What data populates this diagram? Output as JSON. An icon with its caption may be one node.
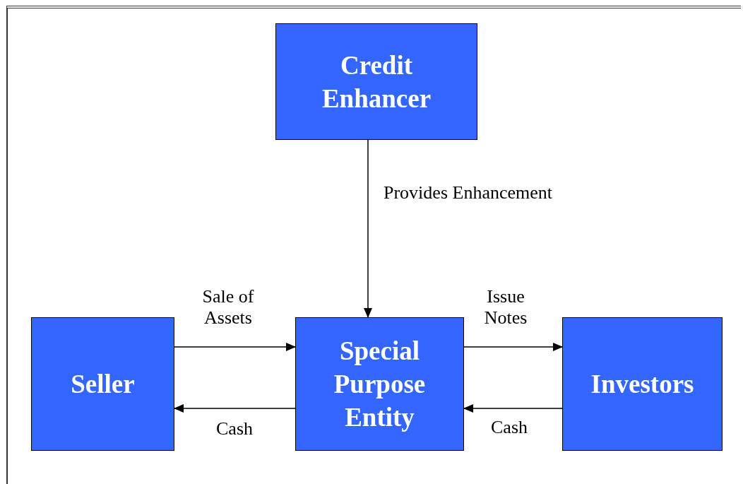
{
  "diagram": {
    "nodes": [
      {
        "text": [
          "Credit Enhancer"
        ]
      },
      {
        "text": [
          "Seller"
        ]
      },
      {
        "text": [
          "Special Purpose Entity"
        ]
      },
      {
        "text": [
          "Investors"
        ]
      }
    ],
    "edges": [
      {
        "from": 0,
        "to": 2,
        "arrow": "to",
        "label": "Provides Enhancement"
      },
      {
        "from": 1,
        "to": 2,
        "arrow": "to",
        "label": "Sale of Assets"
      },
      {
        "from": 2,
        "to": 1,
        "arrow": "to",
        "label": "Cash"
      },
      {
        "from": 2,
        "to": 3,
        "arrow": "to",
        "label": "Issue Notes"
      },
      {
        "from": 3,
        "to": 2,
        "arrow": "to",
        "label": "Cash"
      }
    ]
  }
}
